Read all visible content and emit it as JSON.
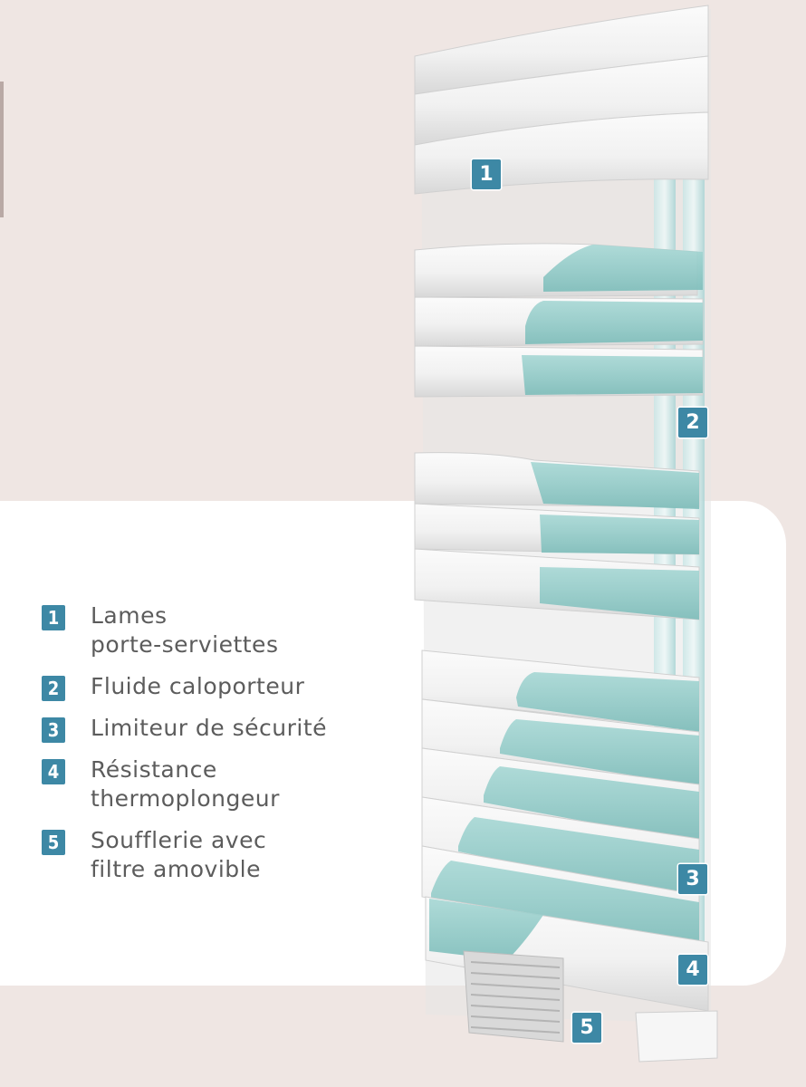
{
  "legend": {
    "items": [
      {
        "number": "1",
        "line1": "Lames",
        "line2": "porte-serviettes"
      },
      {
        "number": "2",
        "line1": "Fluide caloporteur",
        "line2": ""
      },
      {
        "number": "3",
        "line1": "Limiteur de sécurité",
        "line2": ""
      },
      {
        "number": "4",
        "line1": "Résistance",
        "line2": "thermoplongeur"
      },
      {
        "number": "5",
        "line1": "Soufflerie avec",
        "line2": "filtre amovible"
      }
    ]
  },
  "markers": {
    "m1": "1",
    "m2": "2",
    "m3": "3",
    "m4": "4",
    "m5": "5"
  },
  "colors": {
    "background": "#efe6e3",
    "card": "#ffffff",
    "badge": "#3d88a5",
    "fluid": "#8fcbc8",
    "text": "#5c5c5c"
  }
}
